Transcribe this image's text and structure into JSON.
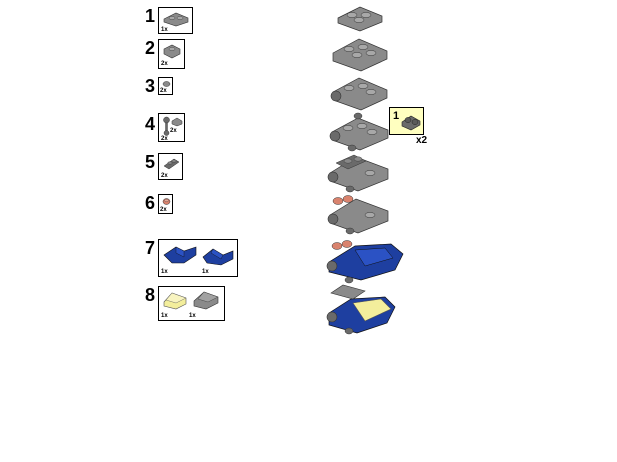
{
  "steps": [
    {
      "number": "1",
      "parts": [
        {
          "qty": "1x",
          "part": "gray-plate-2x2-round-icon"
        }
      ]
    },
    {
      "number": "2",
      "parts": [
        {
          "qty": "2x",
          "part": "gray-plate-modified-icon"
        }
      ]
    },
    {
      "number": "3",
      "parts": [
        {
          "qty": "2x",
          "part": "gray-round-plate-icon"
        }
      ]
    },
    {
      "number": "4",
      "parts": [
        {
          "qty": "2x",
          "part": "gray-plate-clip-icon"
        },
        {
          "qty": "2x",
          "part": "gray-wheel-holder-icon"
        }
      ]
    },
    {
      "number": "5",
      "parts": [
        {
          "qty": "2x",
          "part": "gray-plate-1x2-icon"
        }
      ]
    },
    {
      "number": "6",
      "parts": [
        {
          "qty": "2x",
          "part": "salmon-round-tile-icon"
        }
      ]
    },
    {
      "number": "7",
      "parts": [
        {
          "qty": "1x",
          "part": "blue-mudguard-icon"
        },
        {
          "qty": "1x",
          "part": "blue-mudguard-icon"
        }
      ]
    },
    {
      "number": "8",
      "parts": [
        {
          "qty": "1x",
          "part": "yellow-slope-icon"
        },
        {
          "qty": "1x",
          "part": "gray-slope-icon"
        }
      ]
    }
  ],
  "subassembly": {
    "number": "1",
    "multiplier": "x2"
  },
  "colors": {
    "gray": "#8a8a8a",
    "dark_gray": "#5a5a5a",
    "blue": "#1e3fa0",
    "yellow": "#f3ee9c",
    "salmon": "#d9836e",
    "callout_bg": "#ffffc0"
  }
}
